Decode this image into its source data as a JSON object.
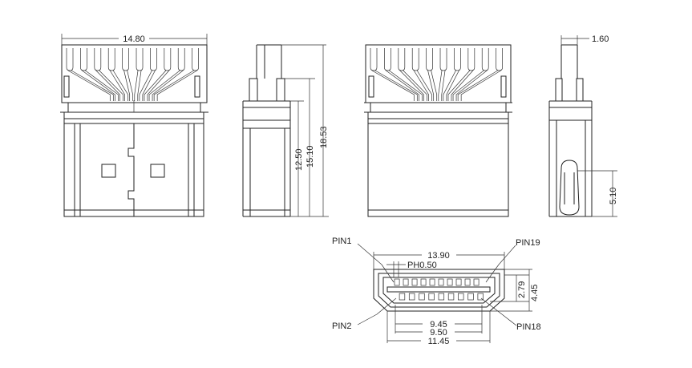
{
  "views": {
    "front": {
      "width_dim": "14.80"
    },
    "side": {
      "dim_a": "12.50",
      "dim_b": "15.10",
      "dim_c": "18.53"
    },
    "top": {},
    "end": {
      "dim_top": "1.60",
      "dim_side": "5.10"
    }
  },
  "face": {
    "dim_overall": "13.90",
    "dim_pitch": "PH0.50",
    "dim_h1": "2.79",
    "dim_h2": "4.45",
    "dim_w1": "9.45",
    "dim_w2": "9.50",
    "dim_w3": "11.45",
    "pin1": "PIN1",
    "pin2": "PIN2",
    "pin18": "PIN18",
    "pin19": "PIN19"
  }
}
